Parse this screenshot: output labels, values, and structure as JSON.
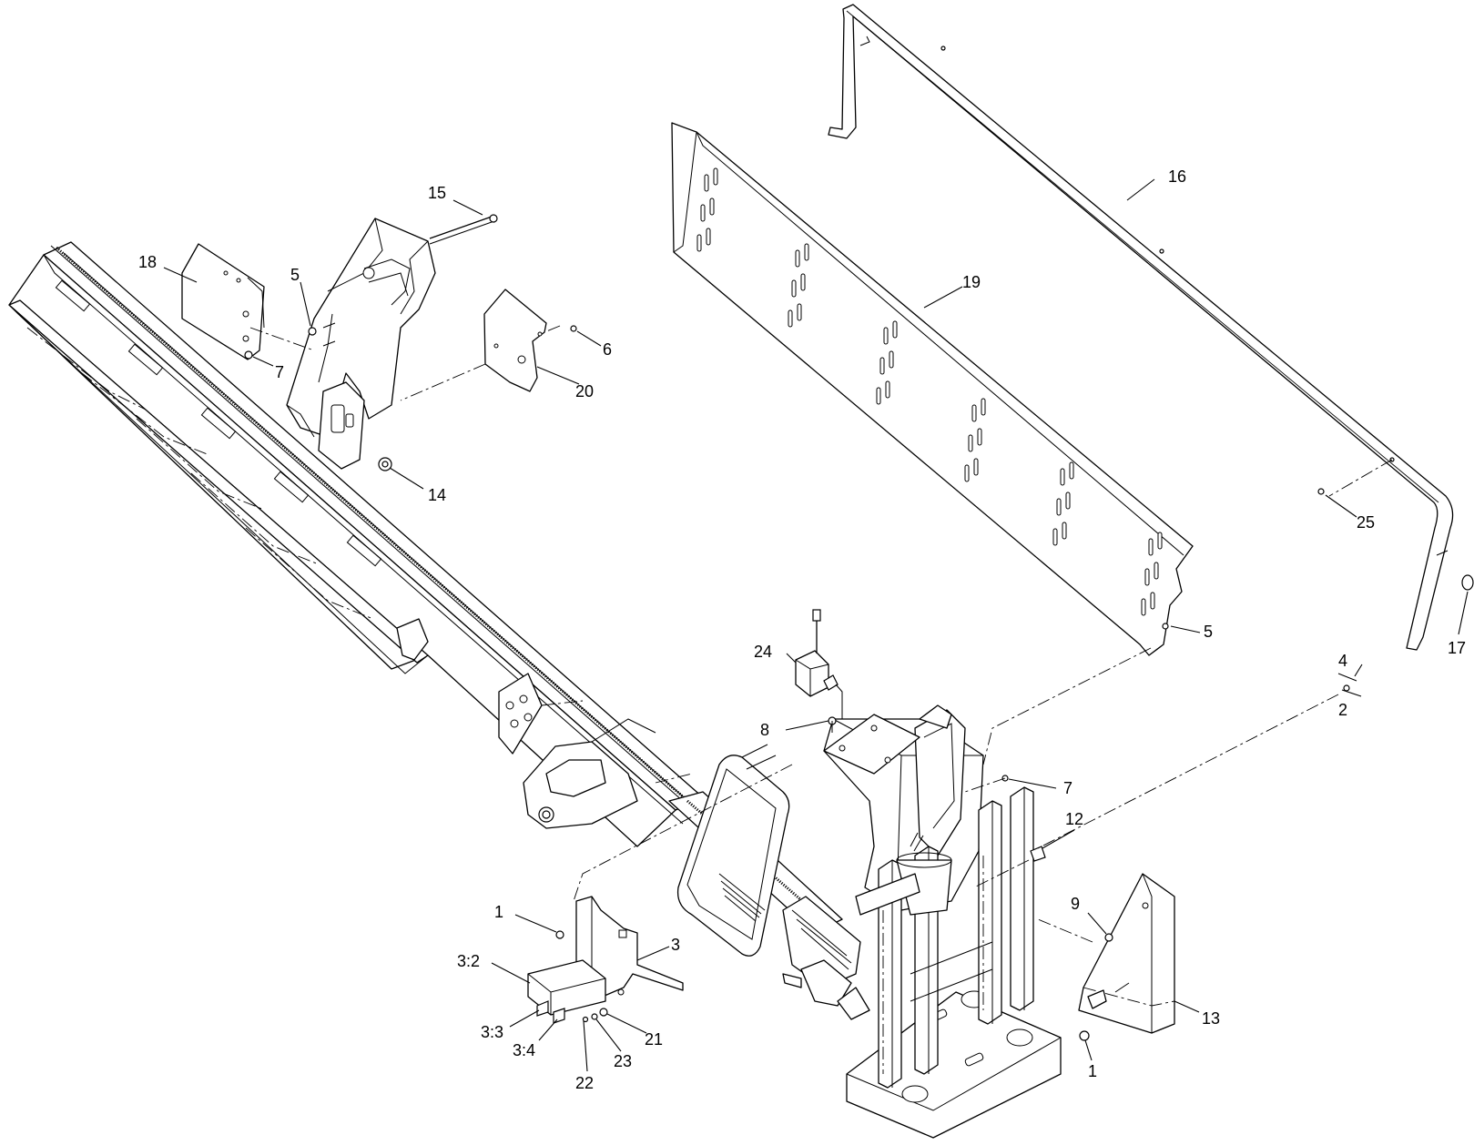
{
  "diagram": {
    "type": "exploded-parts-view",
    "callouts": [
      {
        "id": "c1a",
        "label": "1"
      },
      {
        "id": "c1b",
        "label": "1"
      },
      {
        "id": "c2",
        "label": "2"
      },
      {
        "id": "c3",
        "label": "3"
      },
      {
        "id": "c3_2",
        "label": "3:2"
      },
      {
        "id": "c3_3",
        "label": "3:3"
      },
      {
        "id": "c3_4",
        "label": "3:4"
      },
      {
        "id": "c4",
        "label": "4"
      },
      {
        "id": "c5a",
        "label": "5"
      },
      {
        "id": "c5b",
        "label": "5"
      },
      {
        "id": "c6",
        "label": "6"
      },
      {
        "id": "c7a",
        "label": "7"
      },
      {
        "id": "c7b",
        "label": "7"
      },
      {
        "id": "c8",
        "label": "8"
      },
      {
        "id": "c9",
        "label": "9"
      },
      {
        "id": "c12",
        "label": "12"
      },
      {
        "id": "c13",
        "label": "13"
      },
      {
        "id": "c14",
        "label": "14"
      },
      {
        "id": "c15",
        "label": "15"
      },
      {
        "id": "c16",
        "label": "16"
      },
      {
        "id": "c17",
        "label": "17"
      },
      {
        "id": "c18",
        "label": "18"
      },
      {
        "id": "c19",
        "label": "19"
      },
      {
        "id": "c20",
        "label": "20"
      },
      {
        "id": "c21",
        "label": "21"
      },
      {
        "id": "c22",
        "label": "22"
      },
      {
        "id": "c23",
        "label": "23"
      },
      {
        "id": "c24",
        "label": "24"
      },
      {
        "id": "c25",
        "label": "25"
      }
    ]
  }
}
